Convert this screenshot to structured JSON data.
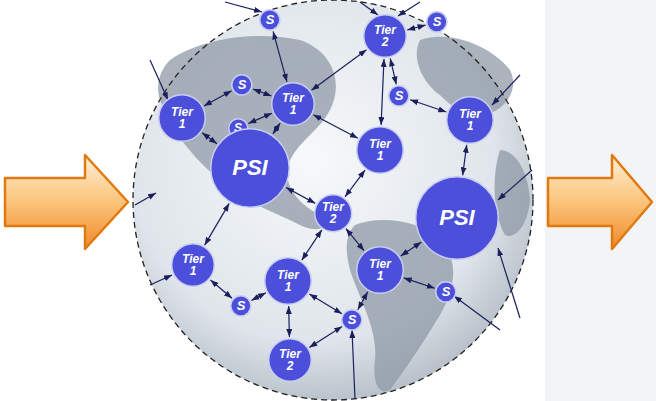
{
  "diagram": {
    "nodes": [
      {
        "text": [
          "S"
        ]
      },
      {
        "text": [
          "Tier 2"
        ]
      },
      {
        "text": [
          "S"
        ]
      },
      {
        "text": [
          "S"
        ]
      },
      {
        "text": [
          "Tier 1"
        ]
      },
      {
        "text": [
          "S"
        ]
      },
      {
        "text": [
          "S"
        ]
      },
      {
        "text": [
          "Tier 1"
        ]
      },
      {
        "text": [
          "Tier 1"
        ]
      },
      {
        "text": [
          "Tier 1"
        ]
      },
      {
        "text": [
          "PSI"
        ]
      },
      {
        "text": [
          "Tier 2"
        ]
      },
      {
        "text": [
          "PSI"
        ]
      },
      {
        "text": [
          "Tier 1"
        ]
      },
      {
        "text": [
          "Tier 1"
        ]
      },
      {
        "text": [
          "Tier 1"
        ]
      },
      {
        "text": [
          "S"
        ]
      },
      {
        "text": [
          "S"
        ]
      },
      {
        "text": [
          "S"
        ]
      },
      {
        "text": [
          "Tier 2"
        ]
      }
    ],
    "edges": [
      {
        "from": 0,
        "to": 4,
        "arrow": "both"
      },
      {
        "from": 1,
        "to": 2,
        "arrow": "both"
      },
      {
        "from": 1,
        "to": 4,
        "arrow": "both"
      },
      {
        "from": 1,
        "to": 5,
        "arrow": "both"
      },
      {
        "from": 5,
        "to": 9,
        "arrow": "both"
      },
      {
        "from": 3,
        "to": 4,
        "arrow": "both"
      },
      {
        "from": 3,
        "to": 7,
        "arrow": "both"
      },
      {
        "from": 6,
        "to": 4,
        "arrow": "both"
      },
      {
        "from": 4,
        "to": 10,
        "arrow": "both"
      },
      {
        "from": 4,
        "to": 8,
        "arrow": "both"
      },
      {
        "from": 8,
        "to": 1,
        "arrow": "both"
      },
      {
        "from": 8,
        "to": 11,
        "arrow": "both"
      },
      {
        "from": 9,
        "to": 12,
        "arrow": "both"
      },
      {
        "from": 10,
        "to": 11,
        "arrow": "both"
      },
      {
        "from": 7,
        "to": 10,
        "arrow": "both"
      },
      {
        "from": 10,
        "to": 13,
        "arrow": "both"
      },
      {
        "from": 11,
        "to": 14,
        "arrow": "both"
      },
      {
        "from": 11,
        "to": 15,
        "arrow": "both"
      },
      {
        "from": 13,
        "to": 16,
        "arrow": "both"
      },
      {
        "from": 16,
        "to": 15,
        "arrow": "both"
      },
      {
        "from": 15,
        "to": 19,
        "arrow": "both"
      },
      {
        "from": 15,
        "to": 18,
        "arrow": "both"
      },
      {
        "from": 18,
        "to": 19,
        "arrow": "both"
      },
      {
        "from": 18,
        "to": 14,
        "arrow": "both"
      },
      {
        "from": 14,
        "to": 12,
        "arrow": "both"
      },
      {
        "from": 14,
        "to": 17,
        "arrow": "both"
      }
    ]
  }
}
